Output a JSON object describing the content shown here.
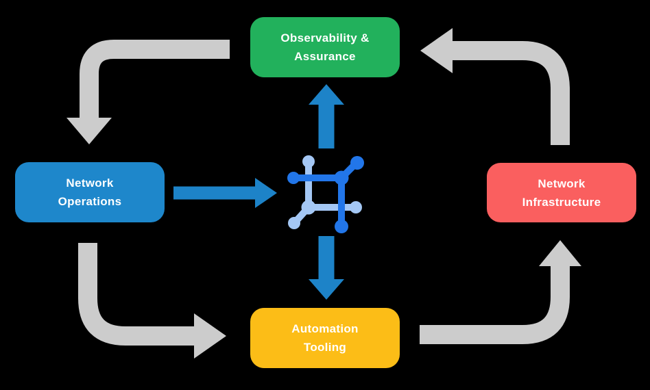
{
  "diagram": {
    "nodes": {
      "top": {
        "line1": "Observability &",
        "line2": "Assurance",
        "color": "#22b15c"
      },
      "left": {
        "line1": "Network",
        "line2": "Operations",
        "color": "#1e87cb"
      },
      "right": {
        "line1": "Network",
        "line2": "Infrastructure",
        "color": "#fa5f5f"
      },
      "bottom": {
        "line1": "Automation",
        "line2": "Tooling",
        "color": "#fcbd17"
      }
    },
    "center_icon": {
      "name": "network-nodes-icon",
      "primary_color": "#2276e9",
      "secondary_color": "#a4c7f4"
    },
    "colors": {
      "background": "#000000",
      "text": "#ffffff",
      "cycle_arrows": "#cccccc",
      "flow_arrows": "#1d83c8"
    }
  }
}
